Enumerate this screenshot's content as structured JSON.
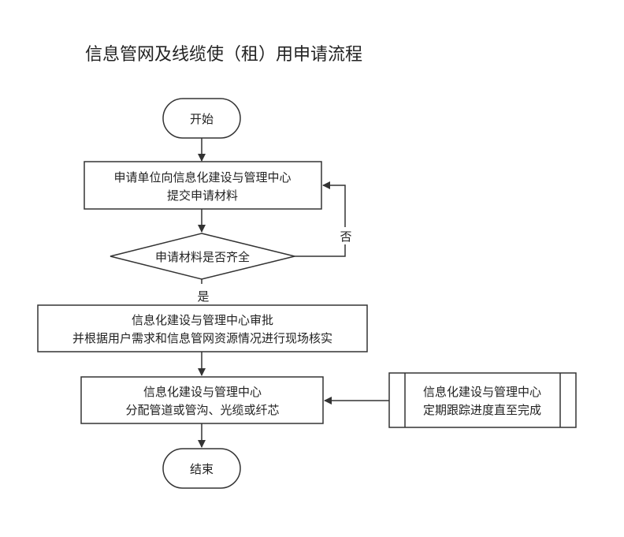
{
  "title": "信息管网及线缆使（租）用申请流程",
  "nodes": {
    "start": {
      "label": "开始"
    },
    "submit": {
      "line1": "申请单位向信息化建设与管理中心",
      "line2": "提交申请材料"
    },
    "check": {
      "label": "申请材料是否齐全"
    },
    "approve": {
      "line1": "信息化建设与管理中心审批",
      "line2": "并根据用户需求和信息管网资源情况进行现场核实"
    },
    "allocate": {
      "line1": "信息化建设与管理中心",
      "line2": "分配管道或管沟、光缆或纤芯"
    },
    "track": {
      "line1": "信息化建设与管理中心",
      "line2": "定期跟踪进度直至完成"
    },
    "end": {
      "label": "结束"
    }
  },
  "edges": {
    "yes_label": "是",
    "no_label": "否"
  },
  "colors": {
    "stroke": "#333333",
    "text": "#222222",
    "background": "#ffffff"
  }
}
